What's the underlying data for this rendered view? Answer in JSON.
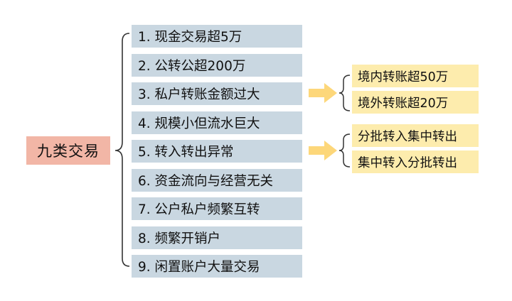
{
  "root": {
    "label": "九类交易"
  },
  "items": [
    {
      "label": "1. 现金交易超5万"
    },
    {
      "label": "2. 公转公超200万"
    },
    {
      "label": "3. 私户转账金额过大"
    },
    {
      "label": "4. 规模小但流水巨大"
    },
    {
      "label": "5. 转入转出异常"
    },
    {
      "label": "6. 资金流向与经营无关"
    },
    {
      "label": "7. 公户私户频繁互转"
    },
    {
      "label": "8. 频繁开销户"
    },
    {
      "label": "9. 闲置账户大量交易"
    }
  ],
  "branches": [
    {
      "from_item": 3,
      "children": [
        {
          "label": "境内转账超50万"
        },
        {
          "label": "境外转账超20万"
        }
      ]
    },
    {
      "from_item": 5,
      "children": [
        {
          "label": "分批转入集中转出"
        },
        {
          "label": "集中转入分批转出"
        }
      ]
    }
  ],
  "colors": {
    "root_fill": "#f2b6a6",
    "item_fill": "#c9d7e1",
    "sub_fill": "#fdecad",
    "arrow_fill": "#fdd77a",
    "bracket_stroke": "#333333"
  }
}
